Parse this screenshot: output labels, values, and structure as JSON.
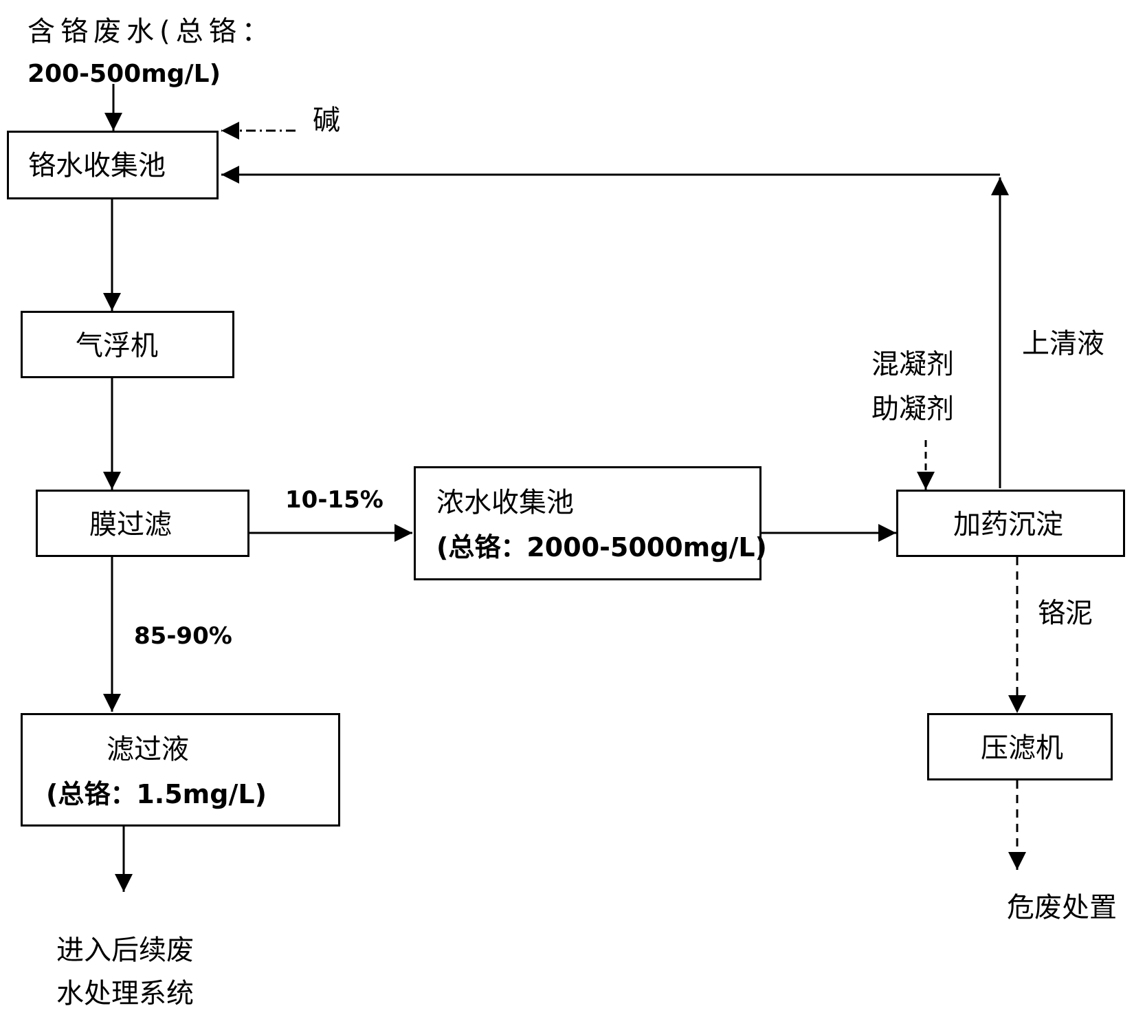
{
  "input": {
    "line1": "含铬废水(总铬：",
    "line2": "200-500mg/L)"
  },
  "alkali": "碱",
  "nodes": {
    "collection_tank": "铬水收集池",
    "air_flotation": "气浮机",
    "membrane_filtration": "膜过滤",
    "concentrate_tank": {
      "line1": "浓水收集池",
      "line2": "(总铬：2000-5000mg/L)"
    },
    "dosing_sedimentation": "加药沉淀",
    "filtrate": {
      "line1": "滤过液",
      "line2": "(总铬：1.5mg/L)"
    },
    "filter_press": "压滤机"
  },
  "edge_labels": {
    "to_concentrate": "10-15%",
    "to_filtrate": "85-90%",
    "supernatant": "上清液",
    "chrome_sludge": "铬泥"
  },
  "additives": {
    "line1": "混凝剂",
    "line2": "助凝剂"
  },
  "outputs": {
    "subsequent": {
      "line1": "进入后续废",
      "line2": "水处理系统"
    },
    "hazardous_disposal": "危废处置"
  }
}
